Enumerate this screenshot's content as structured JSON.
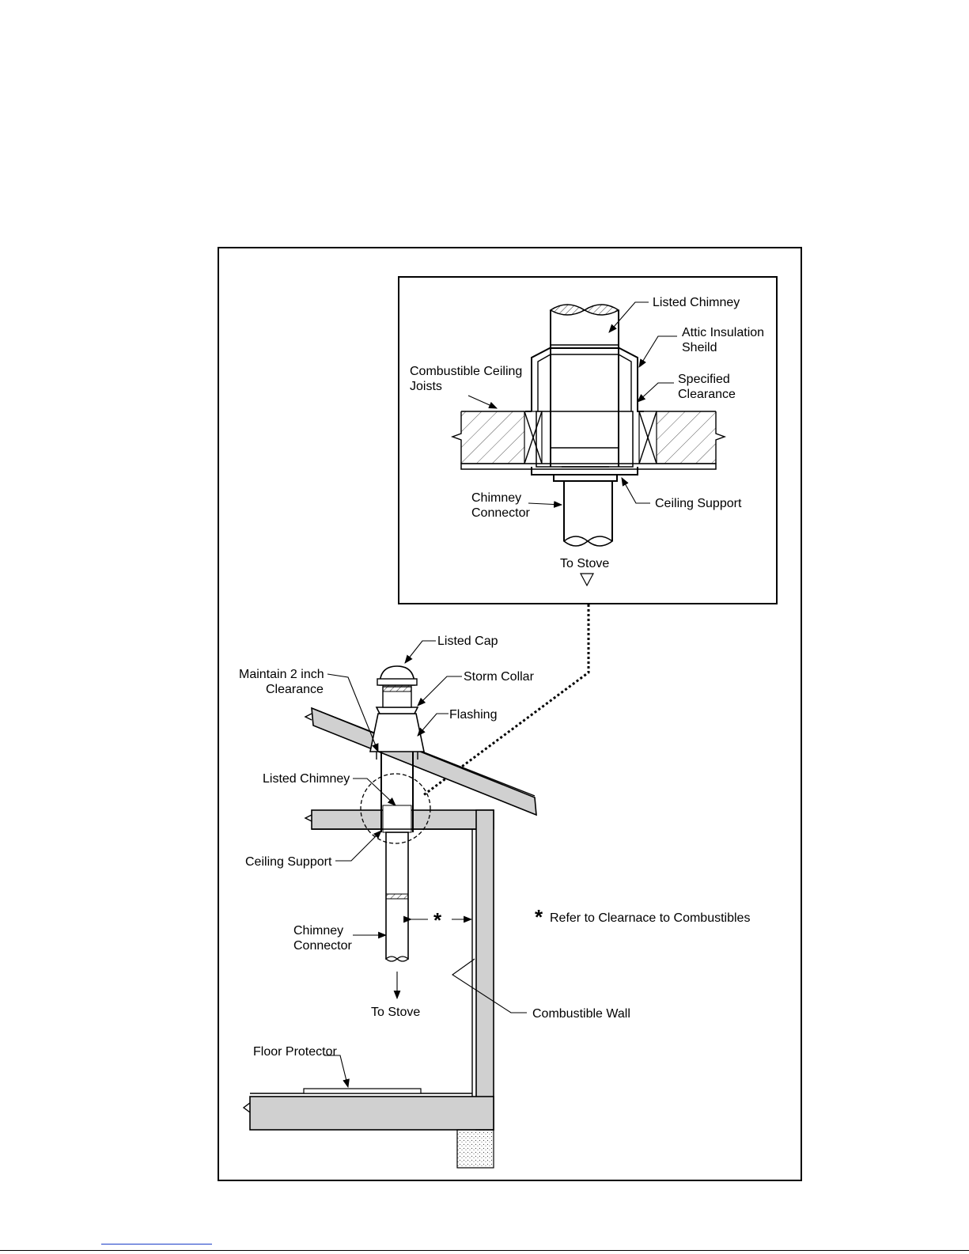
{
  "detail_labels": {
    "listed_chimney": "Listed Chimney",
    "attic_insulation_l1": "Attic Insulation",
    "attic_insulation_l2": "Sheild",
    "ceiling_joists_l1": "Combustible Ceiling",
    "ceiling_joists_l2": "Joists",
    "specified_clearance_l1": "Specified",
    "specified_clearance_l2": "Clearance",
    "chimney_connector_l1": "Chimney",
    "chimney_connector_l2": "Connector",
    "ceiling_support": "Ceiling Support",
    "to_stove": "To Stove"
  },
  "main_labels": {
    "listed_cap": "Listed Cap",
    "maintain_clearance_l1": "Maintain 2 inch",
    "maintain_clearance_l2": "Clearance",
    "storm_collar": "Storm Collar",
    "flashing": "Flashing",
    "listed_chimney": "Listed Chimney",
    "ceiling_support": "Ceiling Support",
    "chimney_connector_l1": "Chimney",
    "chimney_connector_l2": "Connector",
    "to_stove": "To Stove",
    "combustible_wall": "Combustible Wall",
    "floor_protector": "Floor Protector",
    "clearance_mark": "*",
    "note_star": "*",
    "note_text": "Refer to Clearnace to Combustibles"
  },
  "colors": {
    "member_fill": "#d0d0d0",
    "line": "#000000",
    "footer_link": "#1a3cc8"
  }
}
